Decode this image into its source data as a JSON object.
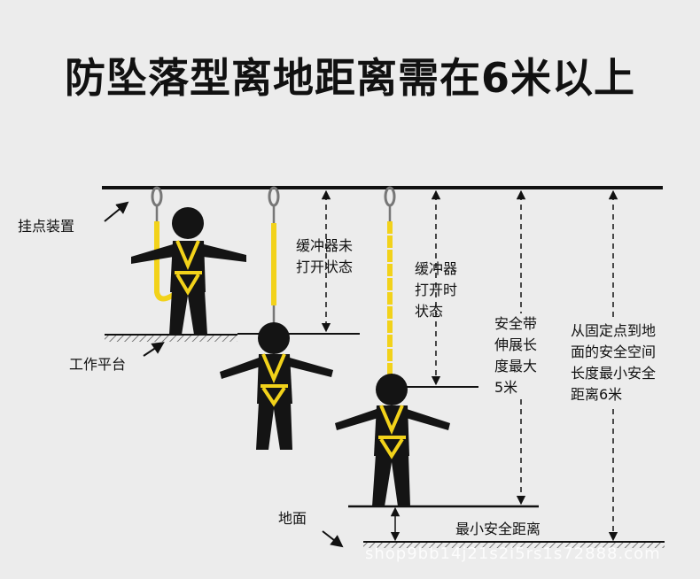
{
  "title": "防坠落型离地距离需在6米以上",
  "labels": {
    "anchor_device": "挂点装置",
    "work_platform": "工作平台",
    "buffer_closed": "缓冲器未\n打开状态",
    "buffer_open": "缓冲器\n打开时\n状态",
    "belt_max_extension": "安全带\n伸展长\n度最大\n5米",
    "safe_space": "从固定点到地\n面的安全空间\n长度最小安全\n距离6米",
    "ground": "地面",
    "min_safe_distance": "最小安全距离"
  },
  "watermark": "shop9bb14j21s2i5rs1s72888.com",
  "colors": {
    "lanyard": "#f2d21a",
    "figure": "#141414",
    "line": "#111111"
  }
}
